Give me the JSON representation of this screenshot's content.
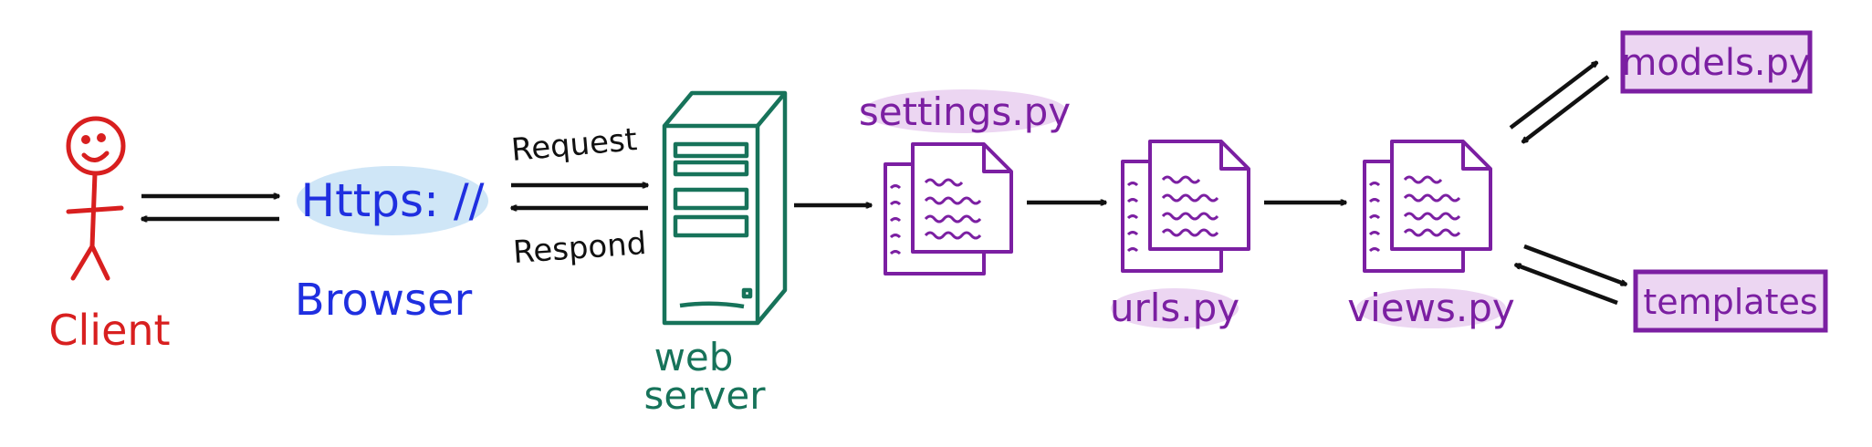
{
  "labels": {
    "client": "Client",
    "browser_url": "Https: //",
    "browser": "Browser",
    "request": "Request",
    "respond": "Respond",
    "web_server_line1": "web",
    "web_server_line2": "server",
    "settings": "settings.py",
    "urls": "urls.py",
    "views": "views.py",
    "models": "models.py",
    "templates": "templates"
  },
  "icons": [
    "stick-figure-icon",
    "server-tower-icon",
    "document-stack-icon"
  ],
  "colors": {
    "client": "#d81f1f",
    "browser": "#1f2fe0",
    "browser_highlight": "#cfe6f7",
    "server": "#17735a",
    "files": "#7b1fa2",
    "files_highlight": "#ecd6f2",
    "arrows": "#111111"
  }
}
